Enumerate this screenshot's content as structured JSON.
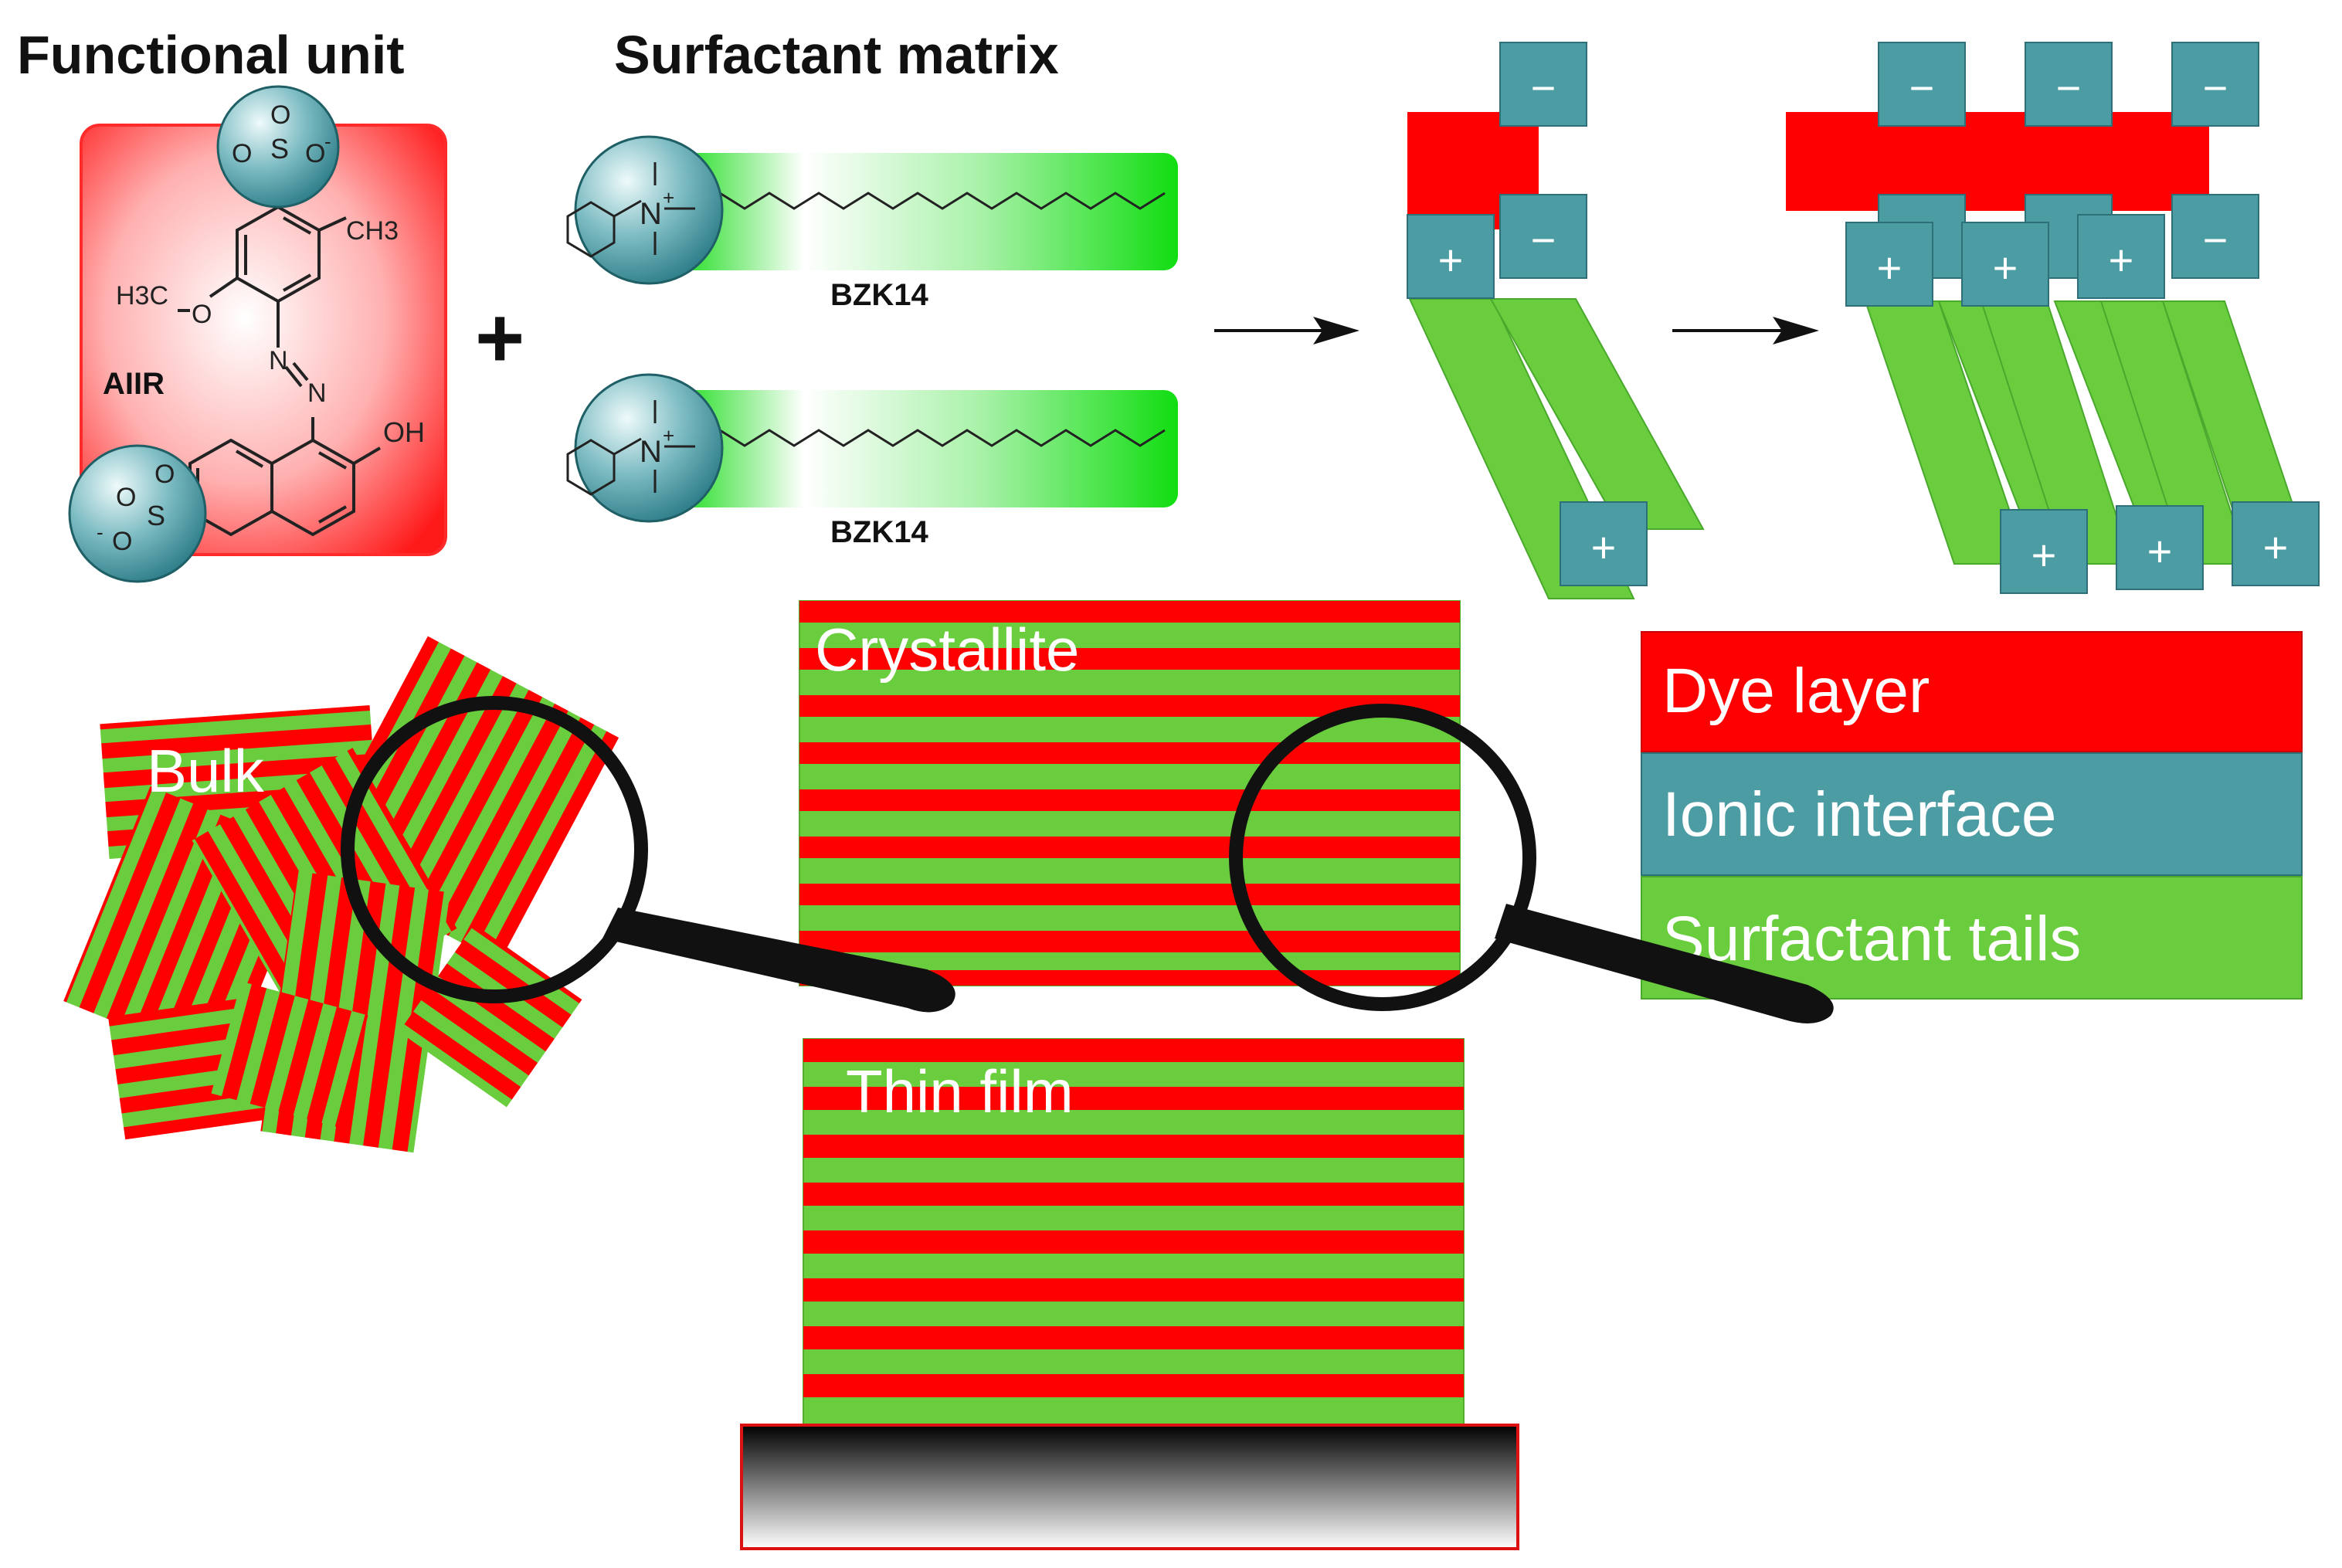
{
  "header": {
    "functional_unit": "Functional unit",
    "surfactant_matrix": "Surfactant matrix"
  },
  "dye": {
    "name": "AIIR",
    "atoms": {
      "sulfonate_top": "O",
      "sulfonate_top_2": "O",
      "sulfonate_top_S": "S",
      "sulfonate_top_Ominus": "O",
      "methyl": "CH3",
      "methoxy": "H3C",
      "methoxy_O": "O",
      "azo_N1": "N",
      "azo_N2": "N",
      "hydroxyl": "OH",
      "sulfonate_bottom_S": "S",
      "sulfonate_bottom_O1": "O",
      "sulfonate_bottom_O2": "O",
      "sulfonate_bottom_Ominus": "O"
    },
    "charges": {
      "minus": "-",
      "plus": "+"
    }
  },
  "surfactant": {
    "name_1": "BZK14",
    "name_2": "BZK14",
    "nitrogen": "N"
  },
  "plus_sign": "+",
  "schematic": {
    "minus": "−",
    "plus": "+"
  },
  "panels": {
    "bulk": "Bulk",
    "crystallite": "Crystallite",
    "thin_film": "Thin film"
  },
  "legend": [
    {
      "label": "Dye layer",
      "color": "#ff0000"
    },
    {
      "label": "Ionic interface",
      "color": "#4b9ca3"
    },
    {
      "label": "Surfactant tails",
      "color": "#6acd3e"
    }
  ],
  "colors": {
    "dye_red": "#ff0000",
    "ionic_teal": "#4b9ca3",
    "tail_green": "#6acd3e"
  }
}
